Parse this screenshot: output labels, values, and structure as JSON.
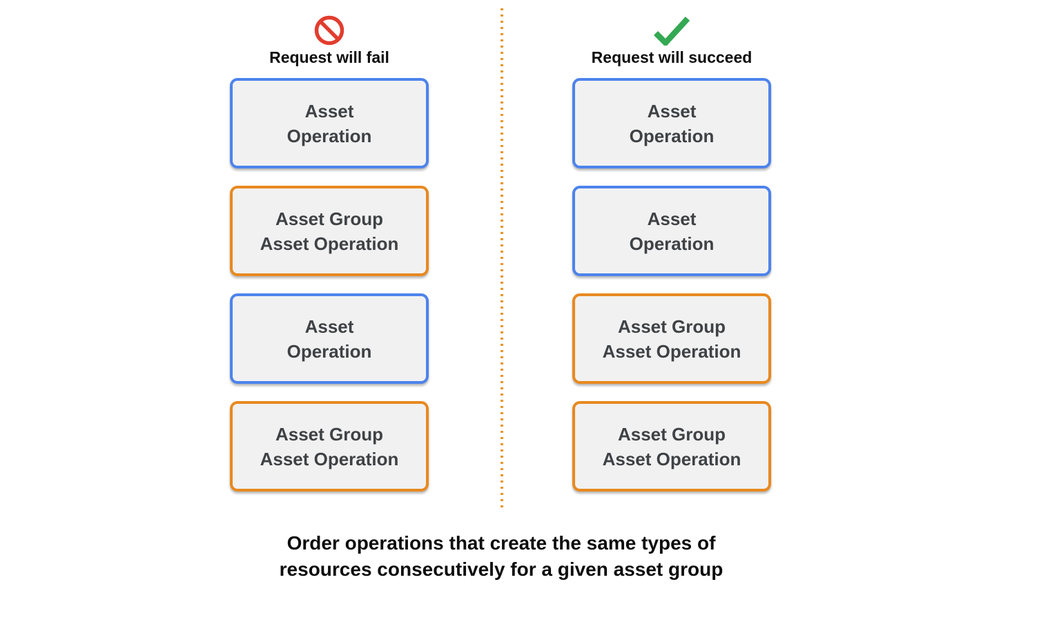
{
  "colors": {
    "blue": "#4d83ec",
    "orange": "#e8891f",
    "fail_red": "#e23d2e",
    "success_green": "#34a853",
    "box_bg": "#f1f1f2",
    "box_text": "#3f4245",
    "divider": "#e5982f"
  },
  "fail_column": {
    "icon": "no-entry-icon",
    "title": "Request will fail",
    "boxes": [
      {
        "label": "Asset\nOperation",
        "color": "blue"
      },
      {
        "label": "Asset Group\nAsset Operation",
        "color": "orange"
      },
      {
        "label": "Asset\nOperation",
        "color": "blue"
      },
      {
        "label": "Asset Group\nAsset Operation",
        "color": "orange"
      }
    ]
  },
  "succeed_column": {
    "icon": "checkmark-icon",
    "title": "Request will succeed",
    "boxes": [
      {
        "label": "Asset\nOperation",
        "color": "blue"
      },
      {
        "label": "Asset\nOperation",
        "color": "blue"
      },
      {
        "label": "Asset Group\nAsset Operation",
        "color": "orange"
      },
      {
        "label": "Asset Group\nAsset Operation",
        "color": "orange"
      }
    ]
  },
  "caption": "Order operations that create the same types of\nresources consecutively for a given asset group"
}
